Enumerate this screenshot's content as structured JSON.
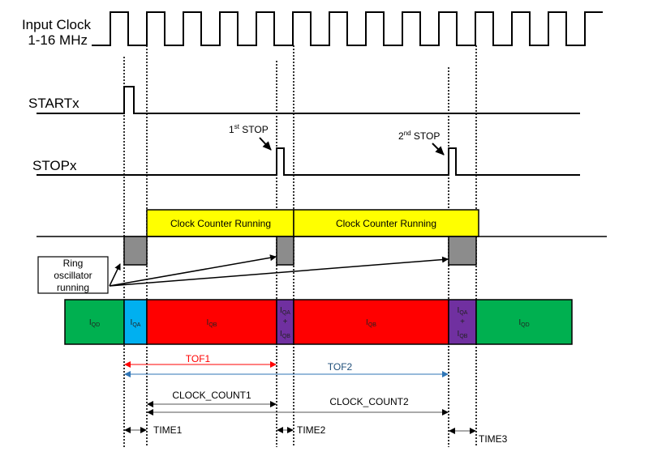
{
  "signals": {
    "input_clock_line1": "Input Clock",
    "input_clock_line2": "1-16 MHz",
    "start": "STARTx",
    "stop": "STOPx"
  },
  "stop_annotations": [
    {
      "ordinal": "1",
      "suffix": "st",
      "label": " STOP"
    },
    {
      "ordinal": "2",
      "suffix": "nd",
      "label": " STOP"
    }
  ],
  "clock_counter": {
    "label": "Clock Counter Running",
    "color": "#ffff00"
  },
  "ring_oscillator": {
    "line1": "Ring",
    "line2": "oscillator",
    "line3": "running",
    "box_color": "#8c8c8c"
  },
  "current_bar": {
    "segments": [
      {
        "name": "iqd",
        "main": "I",
        "sub": "QD",
        "color": "#00b050"
      },
      {
        "name": "iqa",
        "main": "I",
        "sub": "QA",
        "color": "#00b0f0"
      },
      {
        "name": "iqb",
        "main": "I",
        "sub": "QB",
        "color": "#ff0000"
      },
      {
        "name": "iqa-plus-iqb",
        "main": "I",
        "sub": "QA",
        "plus": "+",
        "main2": "I",
        "sub2": "QB",
        "color": "#7030a0"
      },
      {
        "name": "iqb",
        "main": "I",
        "sub": "QB",
        "color": "#ff0000"
      },
      {
        "name": "iqa-plus-iqb",
        "main": "I",
        "sub": "QA",
        "plus": "+",
        "main2": "I",
        "sub2": "QB",
        "color": "#7030a0"
      },
      {
        "name": "iqd",
        "main": "I",
        "sub": "QD",
        "color": "#00b050"
      }
    ]
  },
  "measurements": {
    "tof1": {
      "label": "TOF1",
      "color": "#ff0000"
    },
    "tof2": {
      "label": "TOF2",
      "color": "#2e75b6"
    },
    "clock_count1": "CLOCK_COUNT1",
    "clock_count2": "CLOCK_COUNT2",
    "time1": "TIME1",
    "time2": "TIME2",
    "time3": "TIME3"
  }
}
